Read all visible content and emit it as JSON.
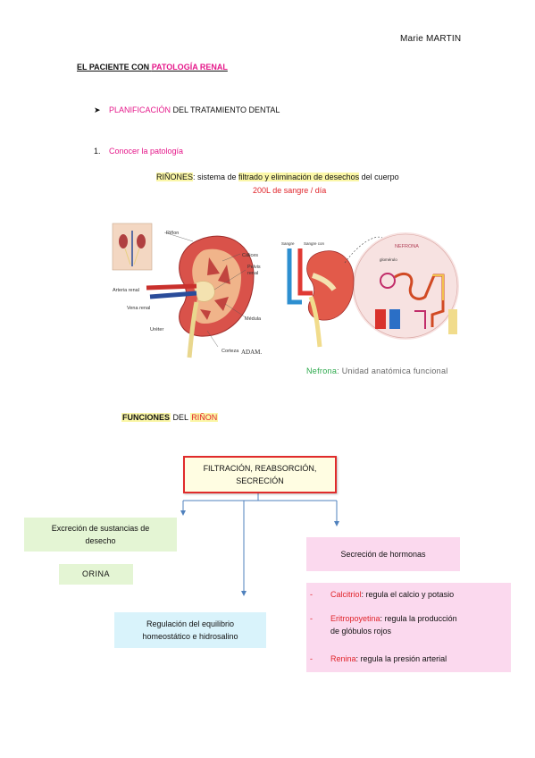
{
  "header": {
    "author": "Marie MARTIN"
  },
  "title": {
    "prefix": "EL PACIENTE CON ",
    "highlight": "PATOLOGÍA RENAL"
  },
  "bullet": {
    "highlight": "PLANIFICACIÓN",
    "rest": " DEL TRATAMIENTO DENTAL"
  },
  "numbered": {
    "number": "1.",
    "text": "Conocer la patología"
  },
  "kidney": {
    "label": "RIÑONES",
    "colon": ": sistema de ",
    "filtrado": "filtrado y eliminación de desechos",
    "rest": " del cuerpo",
    "liters": "200L de sangre / día"
  },
  "anatomy": {
    "left_labels": {
      "rinon": "Riñon",
      "calices": "Cálices",
      "arteria": "Arteria renal",
      "pelvis_1": "Pelvis",
      "pelvis_2": "renal",
      "vena": "Vena renal",
      "medula": "Médula",
      "ureter": "Uréter",
      "corteza": "Corteza",
      "adam": "ADAM."
    },
    "right_labels": {
      "nefrona_title": "NEFRONA",
      "sangre_1": "Sangre",
      "sangre_2": "Sangre con",
      "glomerulo": "glomérulo"
    }
  },
  "nefrona_caption": {
    "word": "Nefrona",
    "rest": ": Unidad anatómica funcional"
  },
  "funciones": {
    "prefix": "FUNCIONES",
    "mid": " DEL ",
    "highlight": "RIÑON"
  },
  "diagram": {
    "main_line1": "FILTRACIÓN, REABSORCIÓN,",
    "main_line2": "SECRECIÓN",
    "excrecion_line1": "Excreción de sustancias de",
    "excrecion_line2": "desecho",
    "orina": "ORINA",
    "regulacion_line1": "Regulación del equilibrio",
    "regulacion_line2": "homeostático e hidrosalino",
    "secrecion": "Secreción de hormonas",
    "hormones": [
      {
        "dash": "-",
        "name": "Calcitriol",
        "text": ": regula el calcio y potasio"
      },
      {
        "dash": "-",
        "name": "Eritropoyetina",
        "text": ": regula la producción",
        "text2": "de glóbulos rojos"
      },
      {
        "dash": "-",
        "name": "Renina",
        "text": ": regula la presión arterial"
      }
    ]
  },
  "colors": {
    "pink": "#e5188a",
    "red": "#e0242a",
    "green": "#2aa84a",
    "highlight_yellow": "#fbf7a8"
  }
}
